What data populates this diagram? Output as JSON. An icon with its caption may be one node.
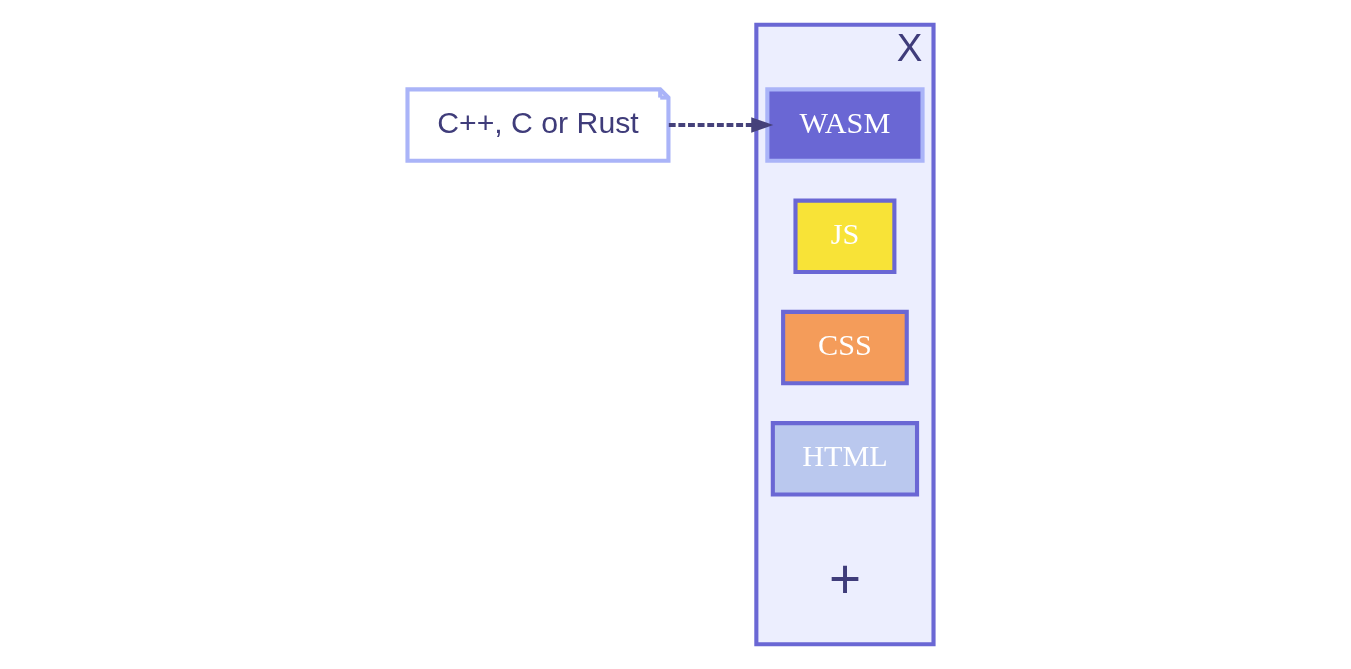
{
  "diagram": {
    "nodes": [
      {
        "text": [
          "C++, C or Rust"
        ]
      },
      {
        "text": [
          "X"
        ]
      },
      {
        "text": [
          "WASM"
        ],
        "in": 1
      },
      {
        "text": [
          "JS"
        ],
        "in": 1
      },
      {
        "text": [
          "CSS"
        ],
        "in": 1
      },
      {
        "text": [
          "HTML"
        ],
        "in": 1
      }
    ],
    "edges": [
      {
        "from": 0,
        "to": 2,
        "arrow": "to",
        "style": "dashed"
      }
    ],
    "labels": [
      "+"
    ]
  }
}
